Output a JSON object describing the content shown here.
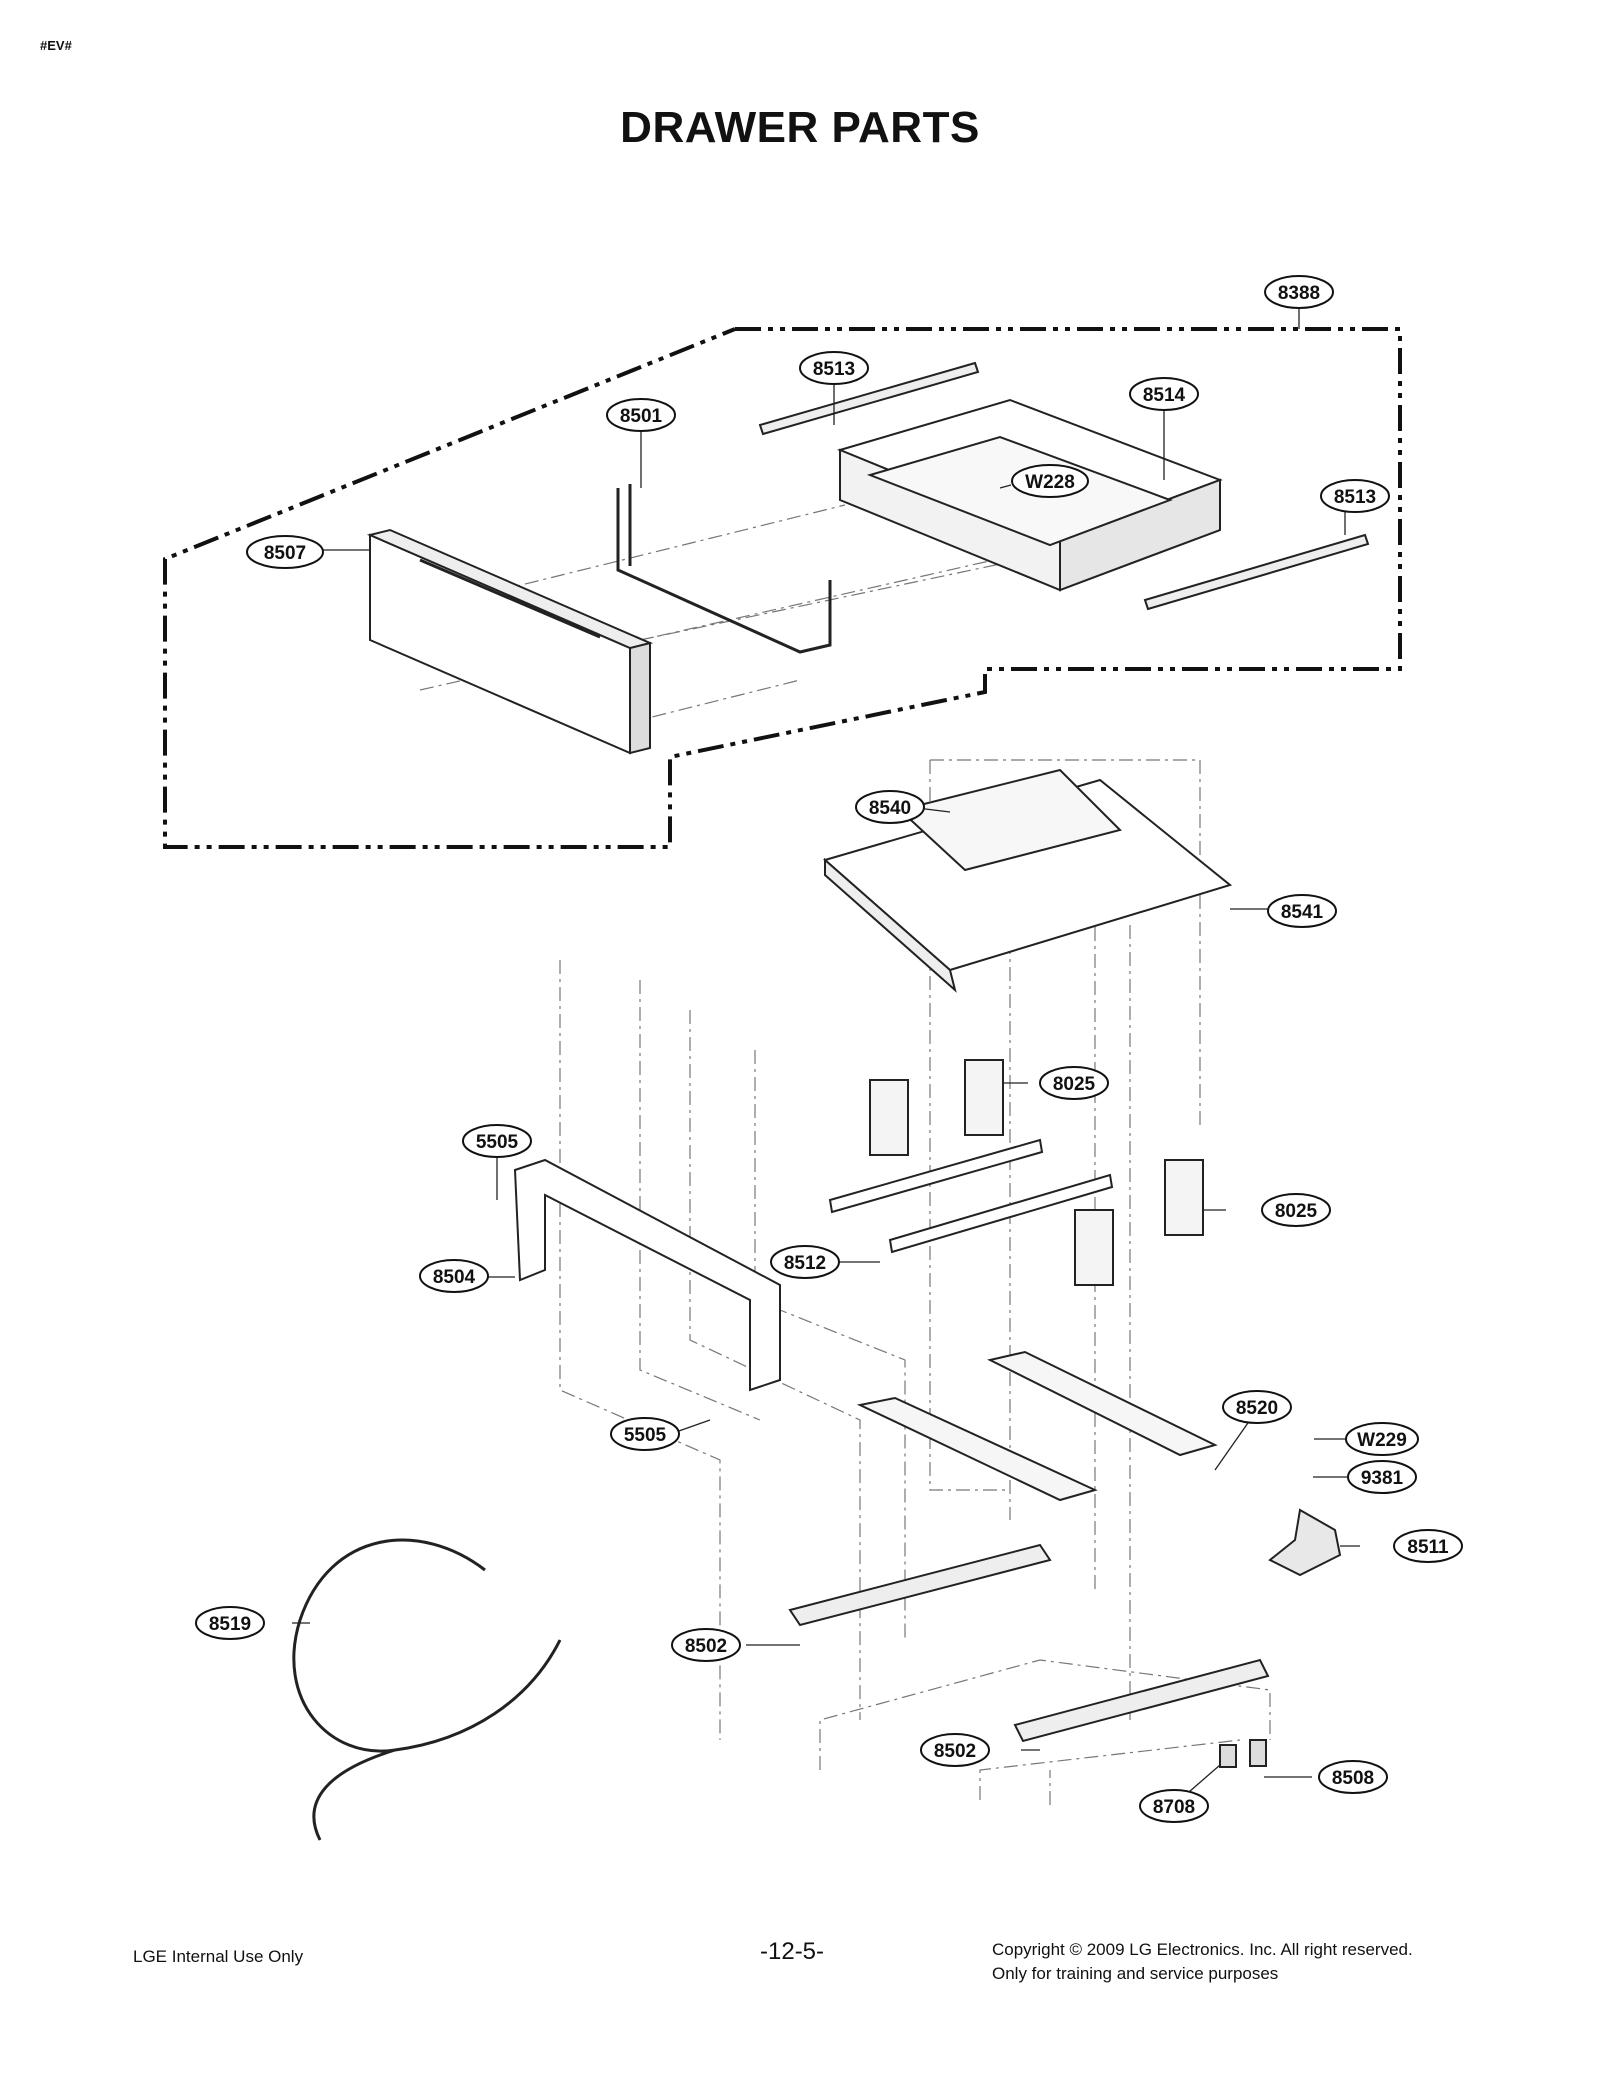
{
  "header": {
    "doc_id": "#EV#",
    "title": "DRAWER PARTS"
  },
  "callouts": {
    "c8388": "8388",
    "c8513a": "8513",
    "c8514": "8514",
    "c8501": "8501",
    "cW228": "W228",
    "c8513b": "8513",
    "c8507": "8507",
    "c8540": "8540",
    "c8541": "8541",
    "c8025a": "8025",
    "c5505a": "5505",
    "c8025b": "8025",
    "c8504": "8504",
    "c8512": "8512",
    "c5505b": "5505",
    "c8520": "8520",
    "cW229": "W229",
    "c9381": "9381",
    "c8511": "8511",
    "c8519": "8519",
    "c8502a": "8502",
    "c8502b": "8502",
    "c8508": "8508",
    "c8708": "8708"
  },
  "footer": {
    "left": "LGE Internal Use Only",
    "page": "-12-5-",
    "copyright": "Copyright © 2009 LG Electronics. Inc. All right reserved.",
    "training": "Only for training and service purposes"
  }
}
